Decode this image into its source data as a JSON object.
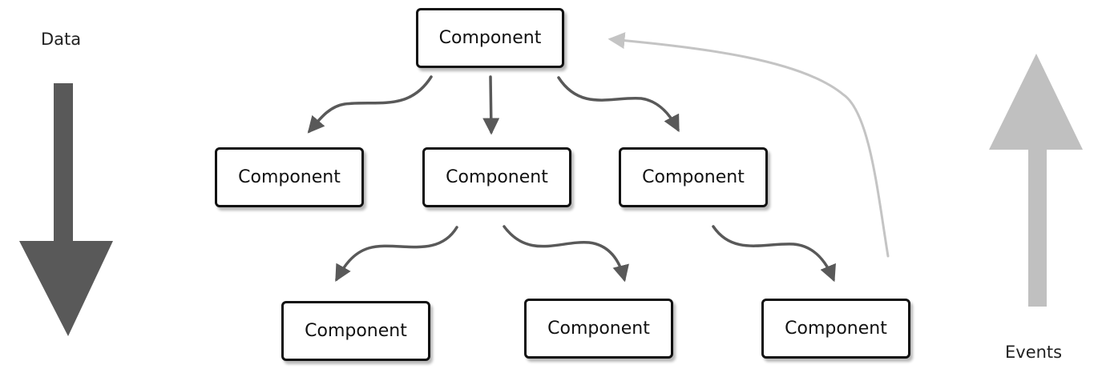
{
  "diagram": {
    "data_label": "Data",
    "events_label": "Events",
    "nodes": [
      {
        "id": "root",
        "label": "Component"
      },
      {
        "id": "child-1",
        "label": "Component"
      },
      {
        "id": "child-2",
        "label": "Component"
      },
      {
        "id": "child-3",
        "label": "Component"
      },
      {
        "id": "grandchild-1",
        "label": "Component"
      },
      {
        "id": "grandchild-2",
        "label": "Component"
      },
      {
        "id": "grandchild-3",
        "label": "Component"
      }
    ],
    "edges": [
      {
        "from": "root",
        "to": "child-1",
        "kind": "data"
      },
      {
        "from": "root",
        "to": "child-2",
        "kind": "data"
      },
      {
        "from": "root",
        "to": "child-3",
        "kind": "data"
      },
      {
        "from": "child-2",
        "to": "grandchild-1",
        "kind": "data"
      },
      {
        "from": "child-2",
        "to": "grandchild-2",
        "kind": "data"
      },
      {
        "from": "child-3",
        "to": "grandchild-3",
        "kind": "data"
      },
      {
        "from": "grandchild-3",
        "to": "root",
        "kind": "event"
      }
    ],
    "colors": {
      "data_arrow": "#595959",
      "event_arrow": "#bfbfbf",
      "node_border": "#111111",
      "text": "#222222"
    }
  }
}
